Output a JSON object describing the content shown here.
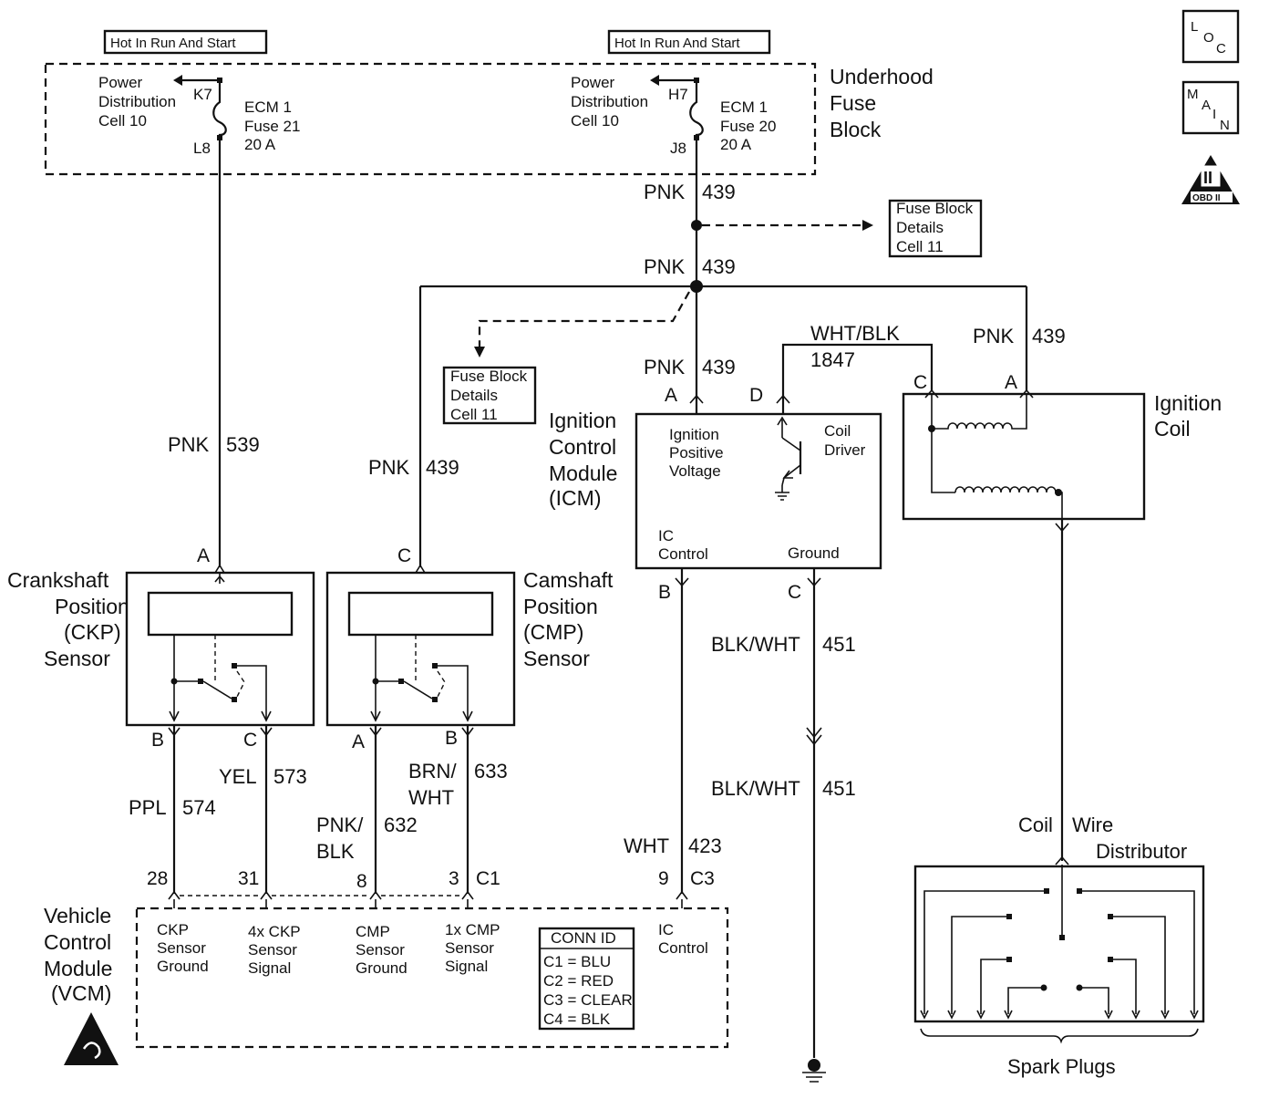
{
  "hot_left": "Hot In Run And Start",
  "hot_right": "Hot In Run And Start",
  "fuse_block": {
    "line1": "Underhood",
    "line2": "Fuse",
    "line3": "Block"
  },
  "pdc_left": {
    "l1": "Power",
    "l2": "Distribution",
    "l3": "Cell 10",
    "pin_in": "K7",
    "pin_out": "L8",
    "fuse1": "ECM 1",
    "fuse2": "Fuse 21",
    "fuse3": "20 A"
  },
  "pdc_right": {
    "l1": "Power",
    "l2": "Distribution",
    "l3": "Cell 10",
    "pin_in": "H7",
    "pin_out": "J8",
    "fuse1": "ECM 1",
    "fuse2": "Fuse 20",
    "fuse3": "20 A"
  },
  "ref_fuse_right": {
    "l1": "Fuse Block",
    "l2": "Details",
    "l3": "Cell 11"
  },
  "ref_fuse_mid": {
    "l1": "Fuse Block",
    "l2": "Details",
    "l3": "Cell 11"
  },
  "badges": {
    "loc": {
      "a": "L",
      "b": "O",
      "c": "C"
    },
    "main": {
      "a": "M",
      "b": "A",
      "c": "I",
      "d": "N"
    },
    "obd_top": "II",
    "obd_bot": "OBD II"
  },
  "wires": {
    "pnk439_a": {
      "color": "PNK",
      "num": "439"
    },
    "pnk439_b": {
      "color": "PNK",
      "num": "439"
    },
    "pnk439_c": {
      "color": "PNK",
      "num": "439"
    },
    "pnk439_d": {
      "color": "PNK",
      "num": "439"
    },
    "pnk439_e": {
      "color": "PNK",
      "num": "439"
    },
    "pnk539": {
      "color": "PNK",
      "num": "539"
    },
    "whtblk1847": {
      "color": "WHT/BLK",
      "num": "1847"
    },
    "ppl574": {
      "color": "PPL",
      "num": "574"
    },
    "yel573": {
      "color": "YEL",
      "num": "573"
    },
    "pnkblk632": {
      "color1": "PNK/",
      "color2": "BLK",
      "num": "632"
    },
    "brnwht633": {
      "color1": "BRN/",
      "color2": "WHT",
      "num": "633"
    },
    "wht423": {
      "color": "WHT",
      "num": "423"
    },
    "blkwht451a": {
      "color": "BLK/WHT",
      "num": "451"
    },
    "blkwht451b": {
      "color": "BLK/WHT",
      "num": "451"
    }
  },
  "icm": {
    "l1": "Ignition",
    "l2": "Control",
    "l3": "Module",
    "l4": "(ICM)",
    "ipv1": "Ignition",
    "ipv2": "Positive",
    "ipv3": "Voltage",
    "cd1": "Coil",
    "cd2": "Driver",
    "ic1": "IC",
    "ic2": "Control",
    "gnd": "Ground",
    "pinA": "A",
    "pinD": "D",
    "pinB": "B",
    "pinC": "C"
  },
  "coil": {
    "l1": "Ignition",
    "l2": "Coil",
    "pinC": "C",
    "pinA": "A"
  },
  "ckp": {
    "l1": "Crankshaft",
    "l2": "Position",
    "l3": "(CKP)",
    "l4": "Sensor",
    "pinA": "A",
    "pinB": "B",
    "pinC": "C"
  },
  "cmp": {
    "l1": "Camshaft",
    "l2": "Position",
    "l3": "(CMP)",
    "l4": "Sensor",
    "pinC": "C",
    "pinA": "A",
    "pinB": "B"
  },
  "vcm": {
    "l1": "Vehicle",
    "l2": "Control",
    "l3": "Module",
    "l4": "(VCM)",
    "p28": "28",
    "p31": "31",
    "p8": "8",
    "p3": "3",
    "c1": "C1",
    "p9": "9",
    "c3": "C3",
    "t1a": "CKP",
    "t1b": "Sensor",
    "t1c": "Ground",
    "t2a": "4x CKP",
    "t2b": "Sensor",
    "t2c": "Signal",
    "t3a": "CMP",
    "t3b": "Sensor",
    "t3c": "Ground",
    "t4a": "1x CMP",
    "t4b": "Sensor",
    "t4c": "Signal",
    "t5a": "IC",
    "t5b": "Control"
  },
  "conn_id": {
    "title": "CONN ID",
    "c1": "C1 = BLU",
    "c2": "C2 = RED",
    "c3": "C3 = CLEAR",
    "c4": "C4 = BLK"
  },
  "distributor": {
    "coil": "Coil",
    "wire": "Wire",
    "label": "Distributor",
    "plugs": "Spark Plugs"
  }
}
